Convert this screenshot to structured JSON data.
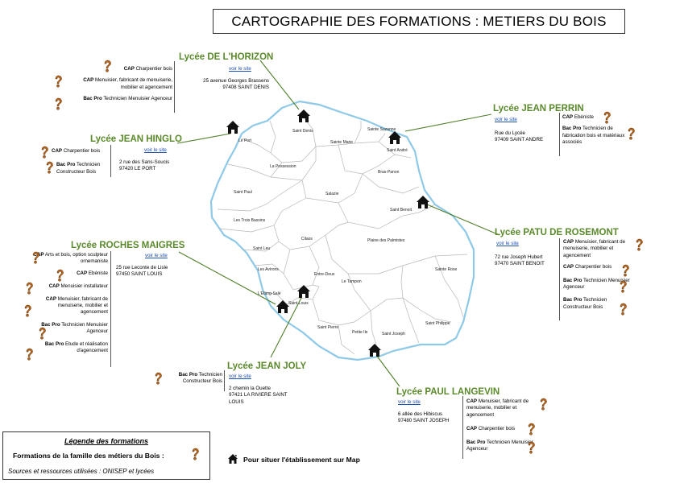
{
  "title": "CARTOGRAPHIE DES FORMATIONS : METIERS DU BOIS",
  "towns": [
    "Saint Denis",
    "Sainte Marie",
    "Sainte Suzanne",
    "Saint André",
    "Le Port",
    "La Possession",
    "Bras-Panon",
    "Salazie",
    "Saint Paul",
    "Saint Benoit",
    "Les Trois Bassins",
    "Cilaos",
    "Plaine des Palmistes",
    "Saint Leu",
    "Les Avirons",
    "Entre-Deux",
    "L'Etang-Salé",
    "Saint Louis",
    "Le Tampon",
    "Sainte Rose",
    "Saint Pierre",
    "Petite Ile",
    "Saint Joseph",
    "Saint Philippe"
  ],
  "lycees": {
    "horizon": {
      "name": "Lycée DE L'HORIZON",
      "link": "voir le site",
      "addr": "25 avenue Georges Brassens\n97408 SAINT DENIS",
      "courses": [
        {
          "type": "CAP",
          "text": "Charpentier bois"
        },
        {
          "type": "CAP",
          "text": "Menuisier, fabricant de menuiserie, mobilier et agencement"
        },
        {
          "type": "Bac Pro",
          "text": "Technicien Menuisier Agenceur"
        }
      ]
    },
    "hinglo": {
      "name": "Lycée JEAN HINGLO",
      "link": "voir le site",
      "addr": "2 rue des Sans-Soucis\n97420 LE PORT",
      "courses": [
        {
          "type": "CAP",
          "text": "Charpentier bois"
        },
        {
          "type": "Bac Pro",
          "text": "Technicien Constructeur Bois"
        }
      ]
    },
    "perrin": {
      "name": "Lycée JEAN PERRIN",
      "link": "voir le site",
      "addr": "Rue du Lycée\n97409 SAINT ANDRE",
      "courses": [
        {
          "type": "CAP",
          "text": "Ebéniste"
        },
        {
          "type": "Bac Pro",
          "text": "Technicien de fabrication bois et matériaux associés"
        }
      ]
    },
    "rosemont": {
      "name": "Lycée PATU DE ROSEMONT",
      "link": "voir le site",
      "addr": "72 rue Joseph Hubert\n97470 SAINT BENOIT",
      "courses": [
        {
          "type": "CAP",
          "text": "Menuisier, fabricant de menuiserie, mobilier et agencement"
        },
        {
          "type": "CAP",
          "text": "Charpentier bois"
        },
        {
          "type": "Bac Pro",
          "text": "Technicien Menuisier Agenceur"
        },
        {
          "type": "Bac Pro",
          "text": "Technicien Constructeur Bois"
        }
      ]
    },
    "roches": {
      "name": "Lycée ROCHES MAIGRES",
      "link": "voir le site",
      "addr": "25 rue Leconte de Lisle\n97450 SAINT LOUIS",
      "courses": [
        {
          "type": "CAP",
          "text": "Arts et bois, option sculpteur ornemaniste"
        },
        {
          "type": "CAP",
          "text": "Ebéniste"
        },
        {
          "type": "CAP",
          "text": "Menuisier installateur"
        },
        {
          "type": "CAP",
          "text": "Menuisier, fabricant de menuiserie, mobilier et agencement"
        },
        {
          "type": "Bac Pro",
          "text": "Technicien Menuisier Agenceur"
        },
        {
          "type": "Bac Pro",
          "text": "Etude et réalisation d'agencement"
        }
      ]
    },
    "joly": {
      "name": "Lycée JEAN JOLY",
      "link": "voir le site",
      "addr": "2 chemin la Ouette\n97421 LA RIVIERE SAINT LOUIS",
      "courses": [
        {
          "type": "Bac Pro",
          "text": "Technicien Constructeur Bois"
        }
      ]
    },
    "langevin": {
      "name": "Lycée PAUL LANGEVIN",
      "link": "voir le site",
      "addr": "6 allée des Hibiscus\n97480 SAINT JOSEPH",
      "courses": [
        {
          "type": "CAP",
          "text": "Menuisier, fabricant de menuiserie, mobilier et agencement"
        },
        {
          "type": "CAP",
          "text": "Charpentier bois"
        },
        {
          "type": "Bac Pro",
          "text": "Technicien Menuisier Agenceur"
        }
      ]
    }
  },
  "legend": {
    "title": "Légende des formations",
    "family": "Formations de la famille des métiers du Bois :",
    "sources": "Sources et ressources utilisées : ONISEP et lycées",
    "house_text": "Pour situer l'établissement sur  Map"
  },
  "icons": {
    "course": "question-mark-icon",
    "school": "house-icon"
  },
  "colors": {
    "school_name": "#5a8a2b",
    "link": "#1f4fb0",
    "question_mark": "#b5651d",
    "sea": "#8ec9e8"
  }
}
